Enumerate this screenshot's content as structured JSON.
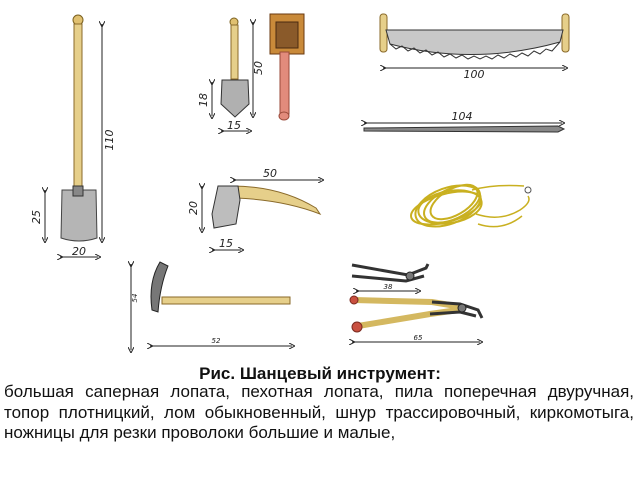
{
  "caption": {
    "title": "Рис. Шанцевый инструмент:",
    "body": "большая саперная лопата, пехотная лопата, пила поперечная двуручная, топор плотницкий, лом обыкновенный, шнур трассировочный, киркомотыга, ножницы для резки проволоки большие и малые,"
  },
  "dimensions": {
    "big_shovel_length": "110",
    "big_shovel_blade": "25",
    "big_shovel_width": "20",
    "small_shovel_length": "50",
    "small_shovel_blade": "18",
    "small_shovel_width": "15",
    "saw_length": "100",
    "crowbar_length": "104",
    "axe_length": "50",
    "axe_height": "20",
    "axe_width": "15",
    "pickaxe_height": "54",
    "pickaxe_length": "52",
    "small_cutter_length": "38",
    "big_cutter_length": "65"
  },
  "colors": {
    "wood": "#e6cf8a",
    "wood_dark": "#c9a95a",
    "metal": "#9a9a9a",
    "cord": "#d8c23a",
    "handle_red": "#d9746a"
  }
}
